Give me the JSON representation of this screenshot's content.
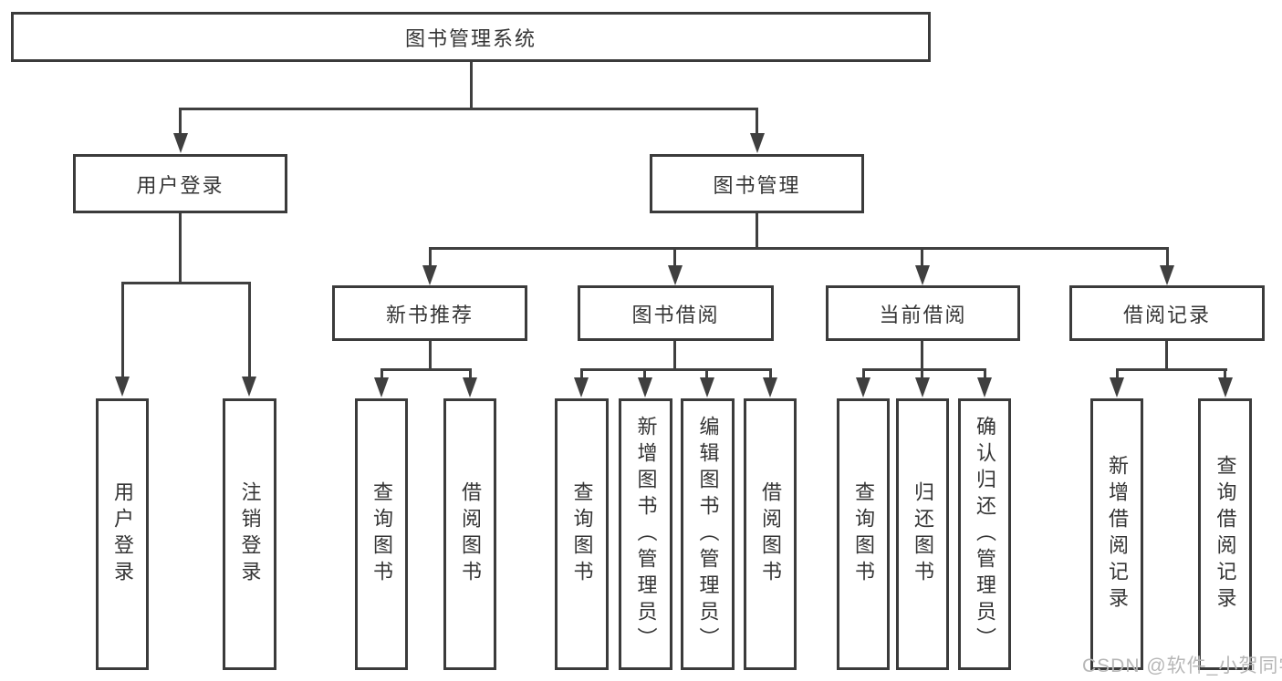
{
  "diagram": {
    "type": "hierarchy-tree",
    "root": {
      "label": "图书管理系统"
    },
    "level2": [
      {
        "label": "用户登录"
      },
      {
        "label": "图书管理"
      }
    ],
    "level3": [
      {
        "label": "新书推荐"
      },
      {
        "label": "图书借阅"
      },
      {
        "label": "当前借阅"
      },
      {
        "label": "借阅记录"
      }
    ],
    "leaves": [
      {
        "label": "用户登录"
      },
      {
        "label": "注销登录"
      },
      {
        "label": "查询图书"
      },
      {
        "label": "借阅图书"
      },
      {
        "label": "查询图书"
      },
      {
        "label": "新增图书（管理员）"
      },
      {
        "label": "编辑图书（管理员）"
      },
      {
        "label": "借阅图书"
      },
      {
        "label": "查询图书"
      },
      {
        "label": "归还图书"
      },
      {
        "label": "确认归还（管理员）"
      },
      {
        "label": "新增借阅记录"
      },
      {
        "label": "查询借阅记录"
      }
    ],
    "hierarchy": {
      "图书管理系统": [
        "用户登录",
        "图书管理"
      ],
      "用户登录": [
        "用户登录",
        "注销登录"
      ],
      "图书管理": [
        "新书推荐",
        "图书借阅",
        "当前借阅",
        "借阅记录"
      ],
      "新书推荐": [
        "查询图书",
        "借阅图书"
      ],
      "图书借阅": [
        "查询图书",
        "新增图书（管理员）",
        "编辑图书（管理员）",
        "借阅图书"
      ],
      "当前借阅": [
        "查询图书",
        "归还图书",
        "确认归还（管理员）"
      ],
      "借阅记录": [
        "新增借阅记录",
        "查询借阅记录"
      ]
    },
    "colors": {
      "line": "#3f3f3f",
      "border": "#3b3b3b",
      "text": "#353535",
      "background": "#ffffff",
      "watermark": "#b7b7b7"
    },
    "watermark": "CSDN @软件_小贺同学"
  }
}
